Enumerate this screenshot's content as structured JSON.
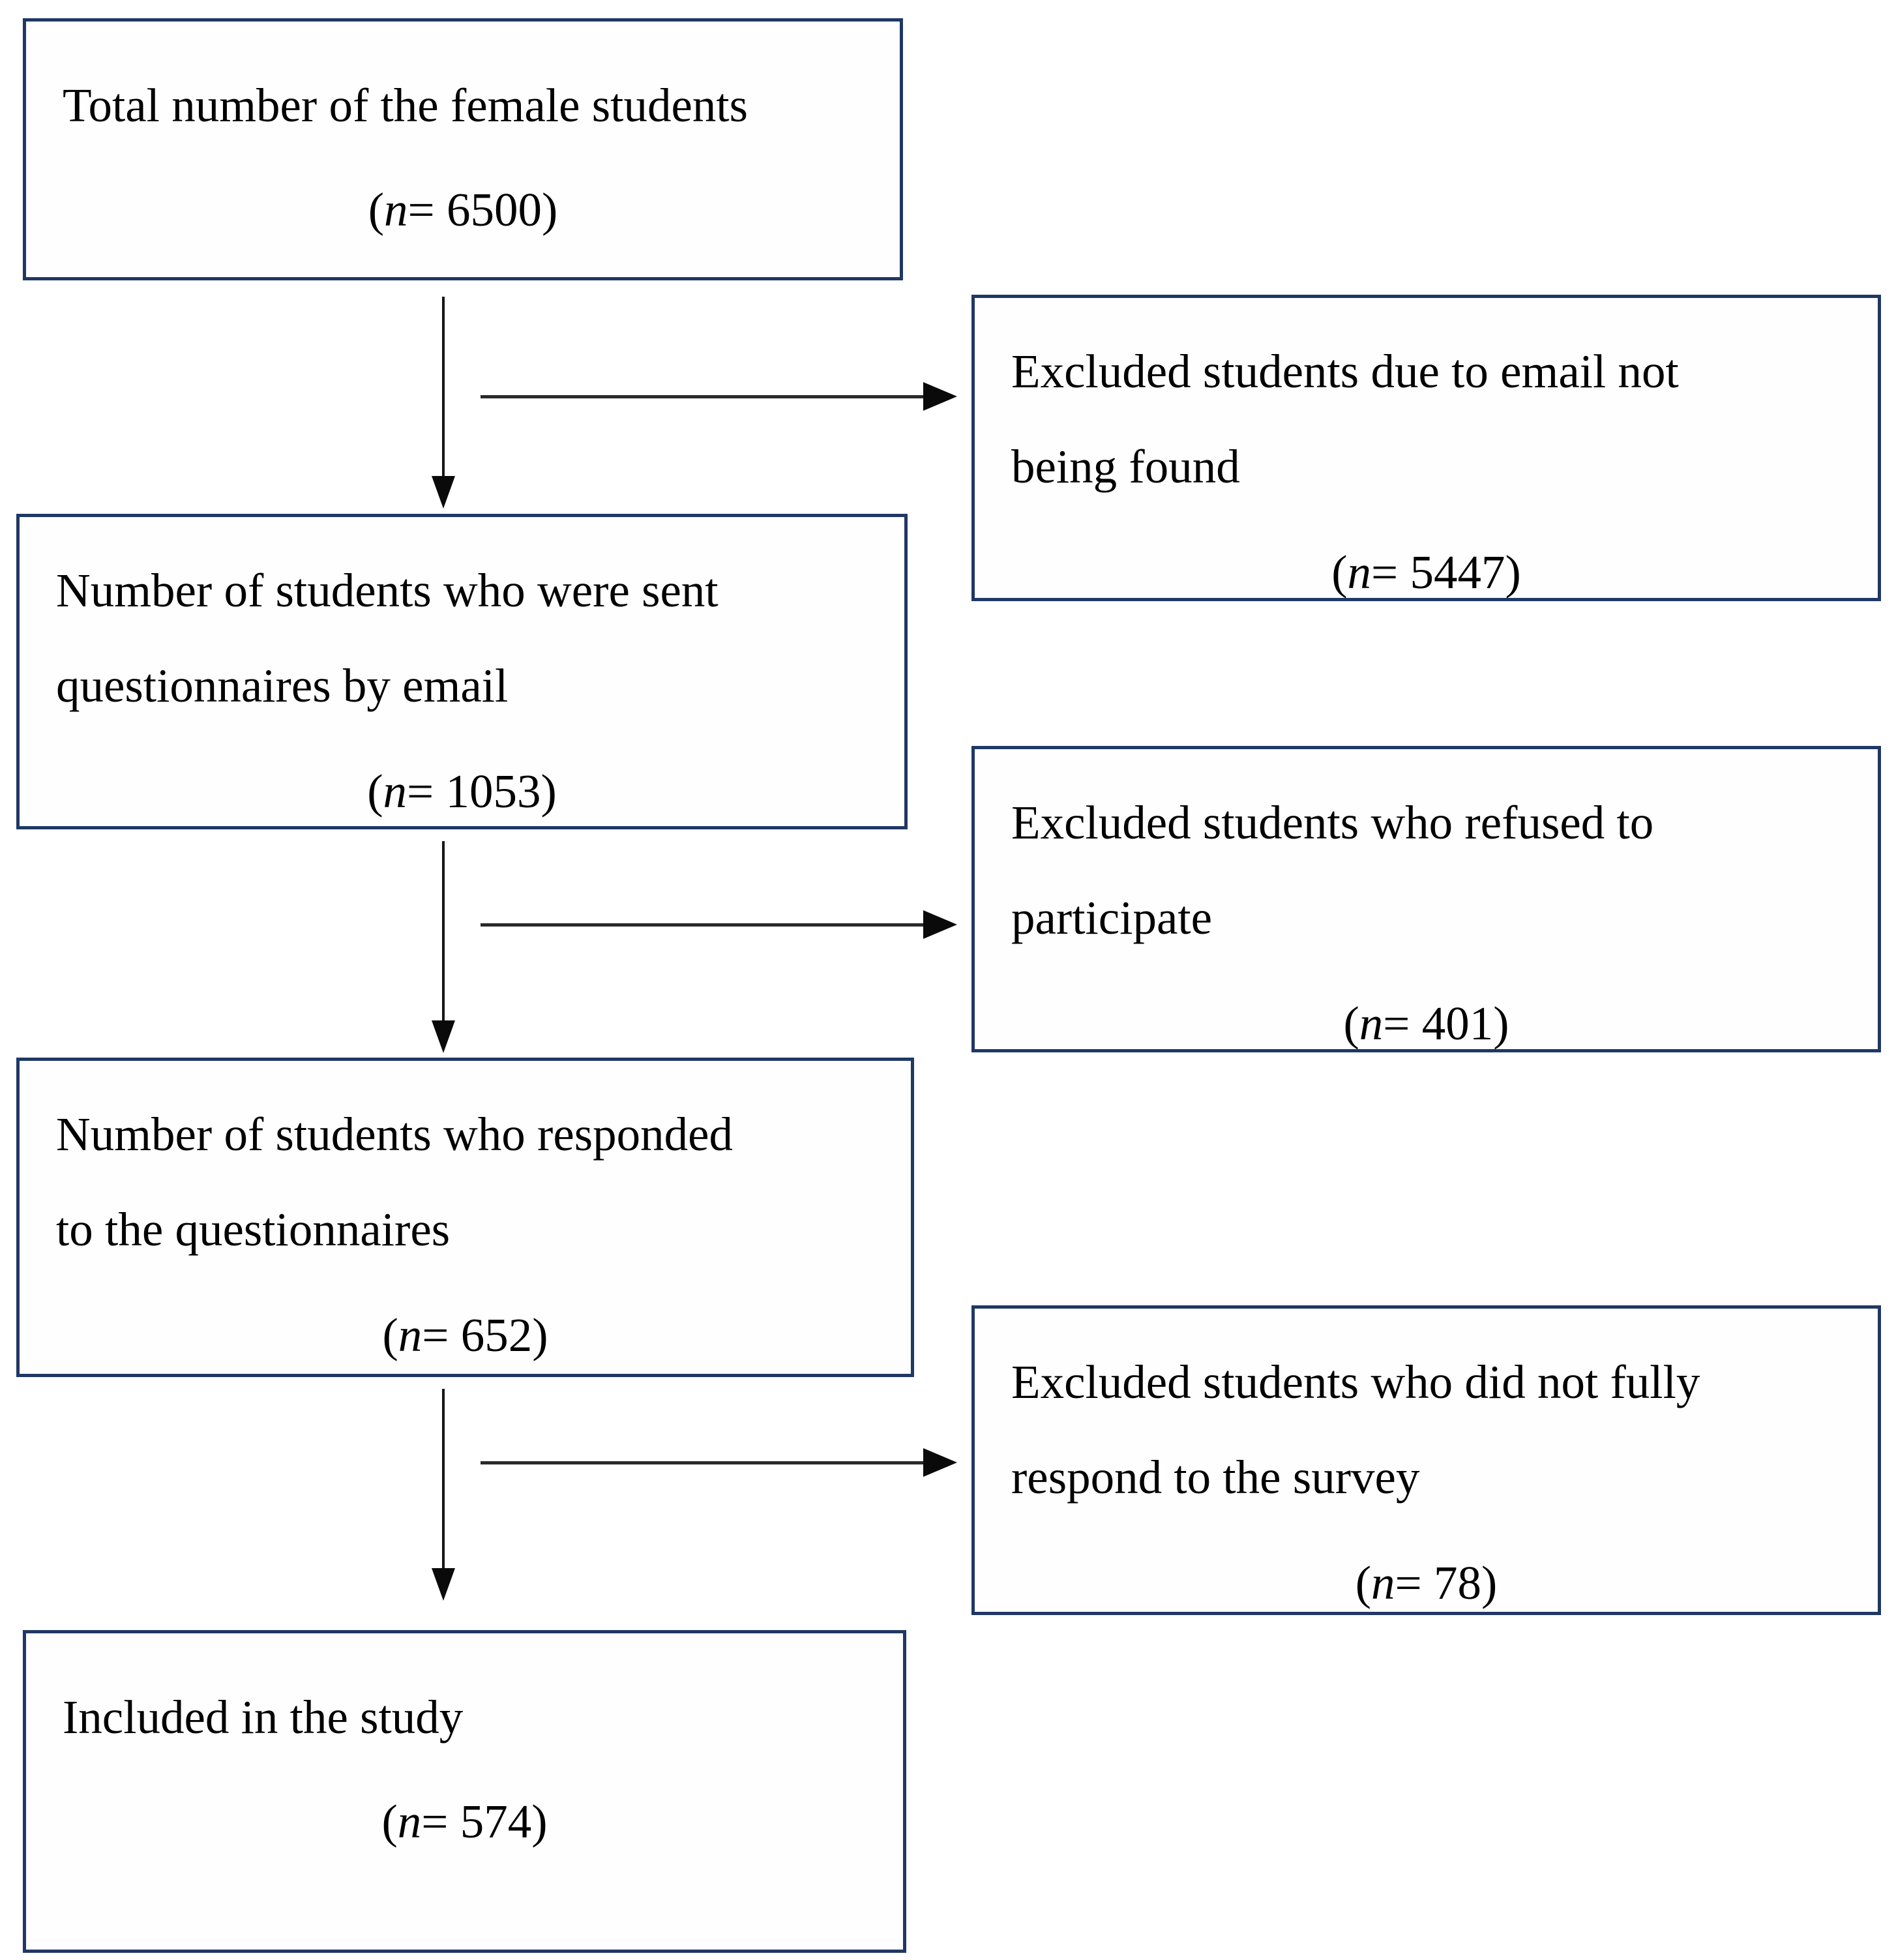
{
  "colors": {
    "box_border": "#1f3864",
    "text": "#000000",
    "arrow": "#0a0a0a",
    "background": "#ffffff"
  },
  "boxes": {
    "total": {
      "lines": [
        "Total number of the female students"
      ],
      "n_pre": "(",
      "n_var": "n",
      "n_post": "= 6500)"
    },
    "excluded_email": {
      "lines": [
        "Excluded students due to email not",
        "being found"
      ],
      "n_pre": "(",
      "n_var": "n",
      "n_post": "= 5447)"
    },
    "sent_questionnaires": {
      "lines": [
        "Number of students who were sent",
        "questionnaires by email"
      ],
      "n_pre": "(",
      "n_var": "n",
      "n_post": "= 1053)"
    },
    "excluded_refused": {
      "lines": [
        "Excluded students who refused to",
        "participate"
      ],
      "n_pre": "(",
      "n_var": "n",
      "n_post": "= 401)"
    },
    "responded": {
      "lines": [
        "Number of students who responded",
        "to the questionnaires"
      ],
      "n_pre": "(",
      "n_var": "n",
      "n_post": "= 652)"
    },
    "excluded_incomplete": {
      "lines": [
        "Excluded students who did not fully",
        "respond to the survey"
      ],
      "n_pre": "(",
      "n_var": "n",
      "n_post": "= 78)"
    },
    "included": {
      "lines": [
        "Included in the study"
      ],
      "n_pre": "(",
      "n_var": "n",
      "n_post": "= 574)"
    }
  }
}
